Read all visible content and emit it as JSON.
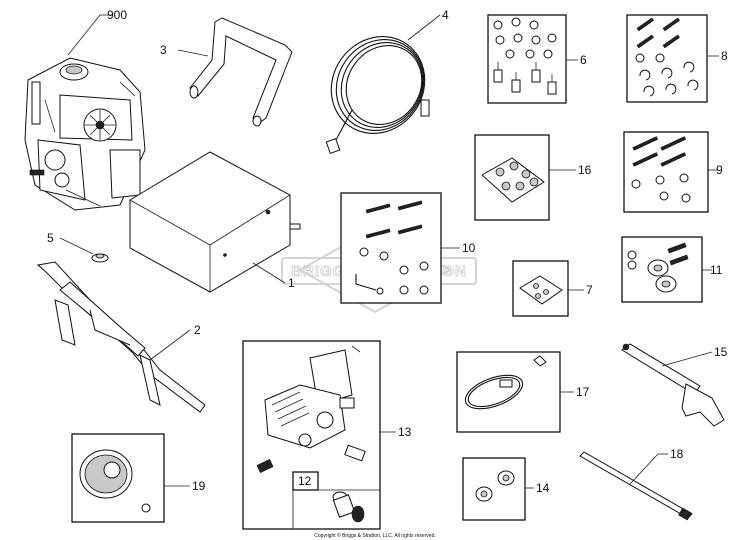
{
  "diagram": {
    "watermark_text": "BRIGGS & STRATTON",
    "copyright": "Copyright © Briggs & Stratton, LLC. All rights reserved.",
    "callouts": {
      "engine": "900",
      "frame_pump_box": "1",
      "base_frame": "2",
      "handle": "3",
      "hose": "4",
      "plug": "5",
      "engine_mounts_kit": "6",
      "spacer_kit": "7",
      "bolt_kit_8": "8",
      "bolt_kit_9": "9",
      "bolt_kit_10": "10",
      "wheel_bearings_kit": "11",
      "adapter": "12",
      "pump": "13",
      "caps_kit": "14",
      "spray_gun": "15",
      "feet_kit": "16",
      "o_ring_kit": "17",
      "wand": "18",
      "wheel": "19"
    }
  }
}
